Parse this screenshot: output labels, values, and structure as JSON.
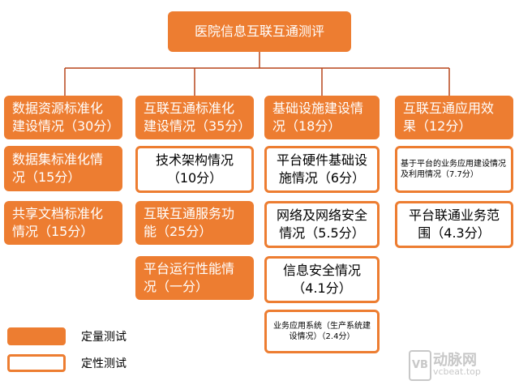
{
  "colors": {
    "accent": "#ED7D31",
    "line": "#B7451A",
    "text_dark": "#000000",
    "text_light": "#ffffff"
  },
  "root": {
    "label": "医院信息互联互通测评"
  },
  "categories": [
    {
      "label": "数据资源标准化建设情况（30分）"
    },
    {
      "label": "互联互通标准化建设情况（35分）"
    },
    {
      "label": "基础设施建设情况（18分）"
    },
    {
      "label": "互联互通应用效果（12分）"
    }
  ],
  "items": {
    "c1_1": "数据集标准化情况（15分）",
    "c1_2": "共享文档标准化情况（15分）",
    "c2_1": "技术架构情况（10分）",
    "c2_2": "互联互通服务功能（25分）",
    "c2_3": "平台运行性能情况（一分）",
    "c3_1": "平台硬件基础设施情况（6分）",
    "c3_2": "网络及网络安全情况（5.5分）",
    "c3_3": "信息安全情况（4.1分）",
    "c3_4": "业务应用系统（生产系统建设情况）（2.4分）",
    "c4_1": "基于平台的业务应用建设情况及利用情况（7.7分）",
    "c4_2": "平台联通业务范围（4.3分）"
  },
  "legend": {
    "quantitative": "定量测试",
    "qualitative": "定性测试"
  },
  "watermark": {
    "text": "动脉网",
    "url": "vcbeat.top"
  }
}
